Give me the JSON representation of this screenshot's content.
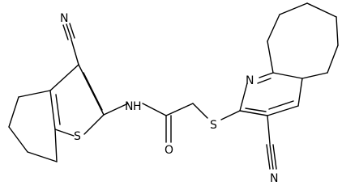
{
  "molecule": {
    "atoms": {
      "N_cn_left": "N",
      "N_amide": "N",
      "H_amide": "H",
      "S_thiophene": "S",
      "O_carbonyl": "O",
      "S_thioether": "S",
      "N_pyridine": "N",
      "N_cn_bottom": "N"
    }
  }
}
